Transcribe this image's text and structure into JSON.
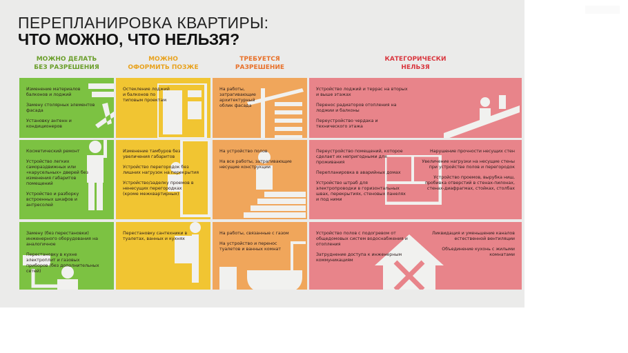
{
  "title": {
    "line1": "ПЕРЕПЛАНИРОВКА КВАРТИРЫ:",
    "line2": "ЧТО МОЖНО, ЧТО НЕЛЬЗЯ?"
  },
  "columns": [
    {
      "label": "МОЖНО ДЕЛАТЬ\nБЕЗ РАЗРЕШЕНИЯ",
      "color": "#6a9e2a"
    },
    {
      "label": "МОЖНО\nОФОРМИТЬ ПОЗЖЕ",
      "color": "#e8a21e"
    },
    {
      "label": "ТРЕБУЕТСЯ\nРАЗРЕШЕНИЕ",
      "color": "#e8712a"
    },
    {
      "label": "КАТЕГОРИЧЕСКИ\nНЕЛЬЗЯ",
      "color": "#d9363e"
    }
  ],
  "rows": [
    {
      "green": [
        "Изменение материалов балконов и лоджий",
        "Замену столярных элементов фасада",
        "Установку антенн и кондиционеров"
      ],
      "yellow": [
        "Остекление лоджий и балконов по типовым проектам"
      ],
      "orange": [
        "На работы, затрагивающие архитектурный облик фасада"
      ],
      "red_left": [
        "Устройство лоджий и террас на вторых и выше этажах",
        "Перенос радиаторов отопления на лоджии и балконы",
        "Переустройство чердака и технического этажа"
      ],
      "red_right": []
    },
    {
      "green": [
        "Косметический ремонт",
        "Устройство легких самораздвижных или «карусельных» дверей без изменения габаритов помещений",
        "Устройство и разборку встроенных шкафов и антресолей"
      ],
      "yellow": [
        "Изменение тамбуров без увеличения габаритов",
        "Устройство перегородок без лишних нагрузок на перекрытия",
        "Устройство/заделку проемов в ненесущих перегородках (кроме межквартирных)"
      ],
      "orange": [
        "На устройство полов",
        "На все работы, затрагивающие несущие конструкции"
      ],
      "red_left": [
        "Переустройство помещений, которое сделает их непригодными для проживания",
        "Перепланировка в аварийных домах",
        "Устройство штраб для электропроводки в горизонтальных швах, перекрытиях, стеновых панелях и под ними"
      ],
      "red_right": [
        "Нарушение прочности несущих стен",
        "Увеличение нагрузки на несущие стены при устройстве полов и перегородок",
        "Устройство проемов, вырубка ниш, пробивка отверстий в стенах-пилонах, стенах-диафрагмах, стойках, столбах"
      ]
    },
    {
      "green": [
        "Замену (без перестановки) инженерного оборудования на аналогичное",
        "Перестановку в кухне электроплит и газовых приборов (без дополнительных сетей)"
      ],
      "yellow": [
        "Перестановку сантехники в туалетах, ванных и кухнях"
      ],
      "orange": [
        "На работы, связанные с газом",
        "На устройство и перенос туалетов и ванных комнат"
      ],
      "red_left": [
        "Устройство полов с подогревом от общедомовых систем водоснабжения и отопления",
        "Затруднение доступа к инженерным коммуникациям"
      ],
      "red_right": [
        "Ликвидация и уменьшение каналов естественной вентиляции",
        "Объединение кухонь с жилыми комнатами"
      ]
    }
  ],
  "icons": [
    "tools-icon",
    "window-icon",
    "crane-icon",
    "roofer-icon",
    "painter-icon",
    "door-icon",
    "bricklayer-icon",
    "floor-plan-icon",
    "plumber-icon",
    "pipe-worker-icon",
    "bathtub-toilet-icon",
    "house-tools-icon"
  ]
}
